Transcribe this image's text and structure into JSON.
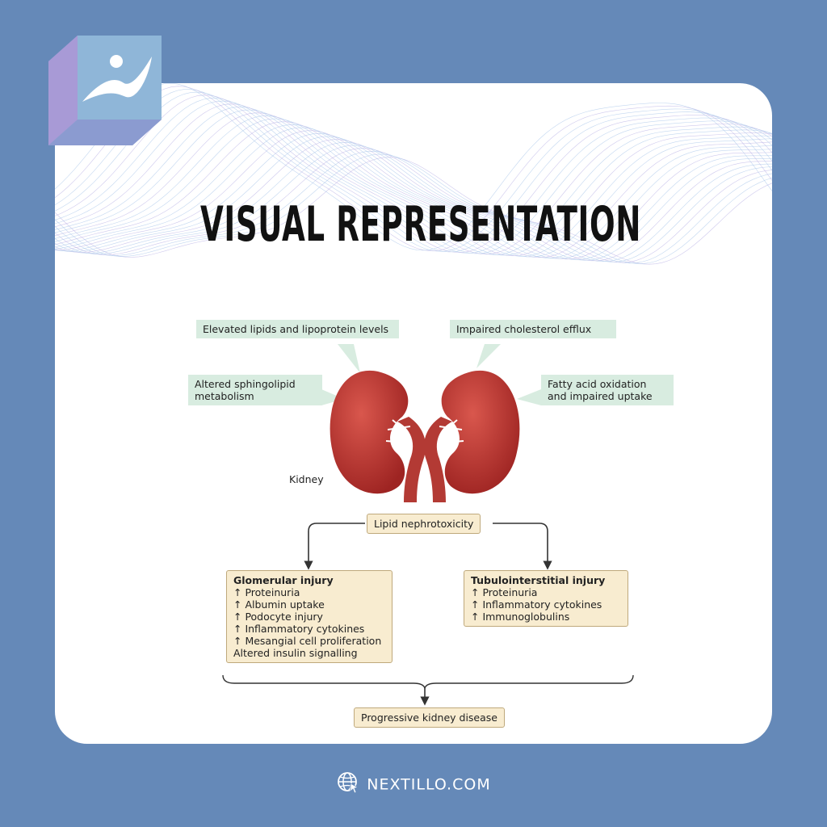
{
  "title": "VISUAL REPRESENTATION",
  "diagram": {
    "factors": {
      "top_left": "Elevated lipids and lipoprotein levels",
      "top_right": "Impaired cholesterol efflux",
      "mid_left": "Altered sphingolipid metabolism",
      "mid_right": "Fatty acid oxidation and impaired uptake"
    },
    "kidney_label": "Kidney",
    "center": "Lipid nephrotoxicity",
    "glomerular": {
      "heading": "Glomerular injury",
      "items": [
        "↑ Proteinuria",
        "↑ Albumin uptake",
        "↑ Podocyte injury",
        "↑ Inflammatory cytokines",
        "↑ Mesangial cell proliferation",
        "Altered insulin signalling"
      ]
    },
    "tubulo": {
      "heading": "Tubulointerstitial injury",
      "items": [
        "↑ Proteinuria",
        "↑ Inflammatory cytokines",
        "↑ Immunoglobulins"
      ]
    },
    "outcome": "Progressive kidney disease"
  },
  "footer": {
    "site": "NEXTILLO.COM",
    "icon": "globe-cursor-icon"
  },
  "colors": {
    "background": "#6589b8",
    "kidney": "#b4302c",
    "green_box": "#d8ece0",
    "tan_box": "#f8ecd0"
  }
}
